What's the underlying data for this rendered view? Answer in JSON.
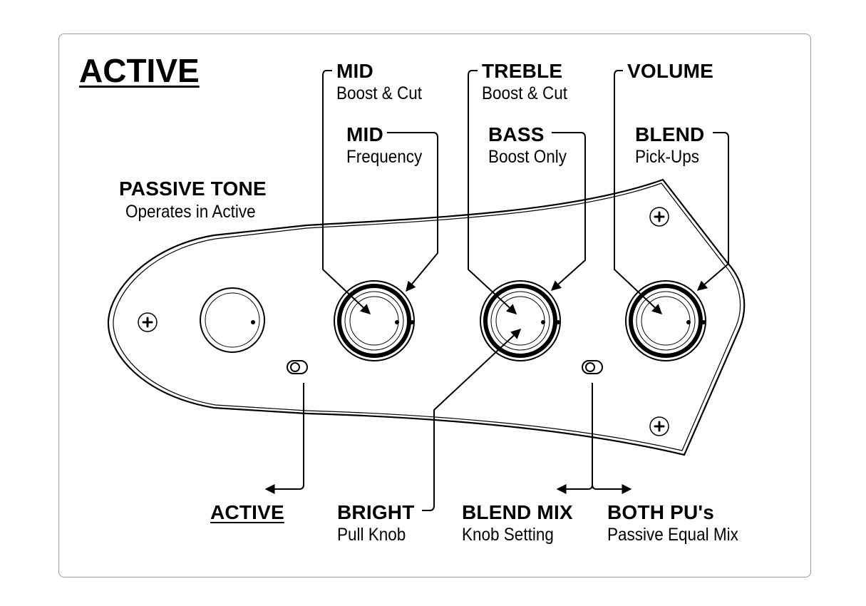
{
  "title": "ACTIVE",
  "controls": {
    "mid_boost_cut": {
      "label": "MID",
      "desc": "Boost & Cut"
    },
    "mid_frequency": {
      "label": "MID",
      "desc": "Frequency"
    },
    "treble": {
      "label": "TREBLE",
      "desc": "Boost & Cut"
    },
    "bass": {
      "label": "BASS",
      "desc": "Boost Only"
    },
    "volume": {
      "label": "VOLUME"
    },
    "blend": {
      "label": "BLEND",
      "desc": "Pick-Ups"
    },
    "passive_tone": {
      "label": "PASSIVE TONE",
      "desc": "Operates in Active"
    }
  },
  "switches": {
    "active": {
      "label": "ACTIVE"
    },
    "bright": {
      "label": "BRIGHT",
      "desc": "Pull Knob"
    },
    "blend_mix": {
      "label": "BLEND MIX",
      "desc": "Knob Setting"
    },
    "both_pus": {
      "label": "BOTH PU's",
      "desc": "Passive Equal Mix"
    }
  },
  "colors": {
    "ink": "#000000",
    "frame": "#9a9a9a",
    "background": "#ffffff"
  }
}
